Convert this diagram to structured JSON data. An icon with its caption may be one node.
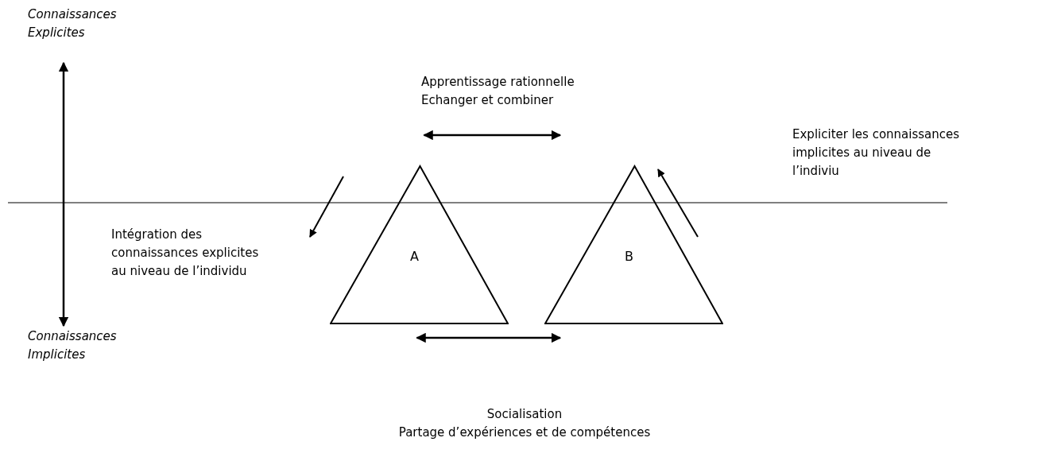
{
  "diagram": {
    "nodes": [
      {
        "text": [
          "Connaissances Explicites"
        ]
      },
      {
        "text": [
          "Connaissances Implicites"
        ]
      },
      {
        "text": [
          "A"
        ]
      },
      {
        "text": [
          "B"
        ]
      }
    ],
    "edges": [
      {
        "from": 0,
        "to": 1,
        "arrow": "both"
      },
      {
        "from": 2,
        "to": 3,
        "arrow": "both"
      },
      {
        "from": 2,
        "to": 3,
        "arrow": "both"
      }
    ],
    "labels": [
      "Apprentissage rationnelle Echanger et combiner",
      "Expliciter les connaissances implicites au niveau de l’indiviu",
      "Intégration des connaissances explicites au niveau de l’individu",
      "Socialisation",
      "Partage d’expériences et de compétences"
    ]
  }
}
